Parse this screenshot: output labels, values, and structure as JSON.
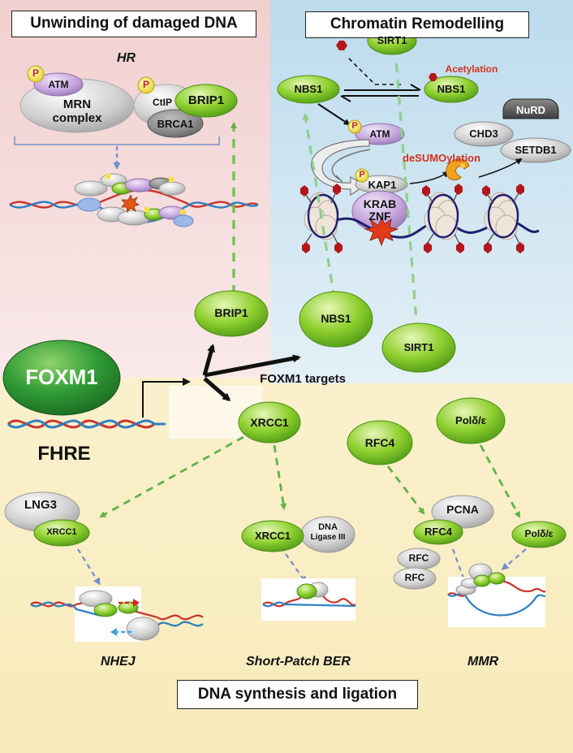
{
  "sections": {
    "unwinding": "Unwinding of damaged DNA",
    "chromatin": "Chromatin Remodelling",
    "synthesis": "DNA synthesis and ligation"
  },
  "pathways": {
    "hr": "HR",
    "nhej": "NHEJ",
    "sp_ber": "Short-Patch BER",
    "mmr": "MMR"
  },
  "hr_complex": {
    "atm": "ATM",
    "mrn_line1": "MRN",
    "mrn_line2": "complex",
    "ctip": "CtIP",
    "brip1": "BRIP1",
    "brca1": "BRCA1",
    "phospho": "P"
  },
  "chromatin_complex": {
    "nbs1_left": "NBS1",
    "sirt1": "SIRT1",
    "nbs1_right": "NBS1",
    "acetylation": "Acetylation",
    "atm": "ATM",
    "nurd": "NuRD",
    "chd3": "CHD3",
    "setdb1": "SETDB1",
    "desumoylation": "deSUMOylation",
    "kap1": "KAP1",
    "krab_line1": "KRAB",
    "krab_line2": "ZNF",
    "phospho": "P"
  },
  "center": {
    "foxm1": "FOXM1",
    "fhre": "FHRE",
    "foxm1_targets": "FOXM1 targets",
    "brip1": "BRIP1",
    "nbs1": "NBS1",
    "sirt1": "SIRT1",
    "xrcc1": "XRCC1",
    "rfc4": "RFC4",
    "pol": "Polδ/ε"
  },
  "repair": {
    "lng3": "LNG3",
    "xrcc1_nhej": "XRCC1",
    "xrcc1_ber": "XRCC1",
    "ligase_line1": "DNA",
    "ligase_line2": "Ligase III",
    "pcna": "PCNA",
    "rfc4": "RFC4",
    "rfc_a": "RFC",
    "rfc_b": "RFC",
    "pol": "Polδ/ε"
  },
  "colors": {
    "hr_bg": "#f4d9d9",
    "chromatin_bg": "#c9e2ef",
    "synthesis_bg": "#fbf1cf",
    "protein_green": "#7cc424",
    "protein_grey": "#c9c9c9",
    "protein_purple": "#c9a9dc",
    "phospho_yellow": "#f2e23a",
    "label_red": "#d2311e",
    "arrow_green": "#5fb34a",
    "arrow_blue": "#6f8fcf",
    "dna_red": "#c8362e",
    "dna_blue": "#2f7fc1"
  }
}
